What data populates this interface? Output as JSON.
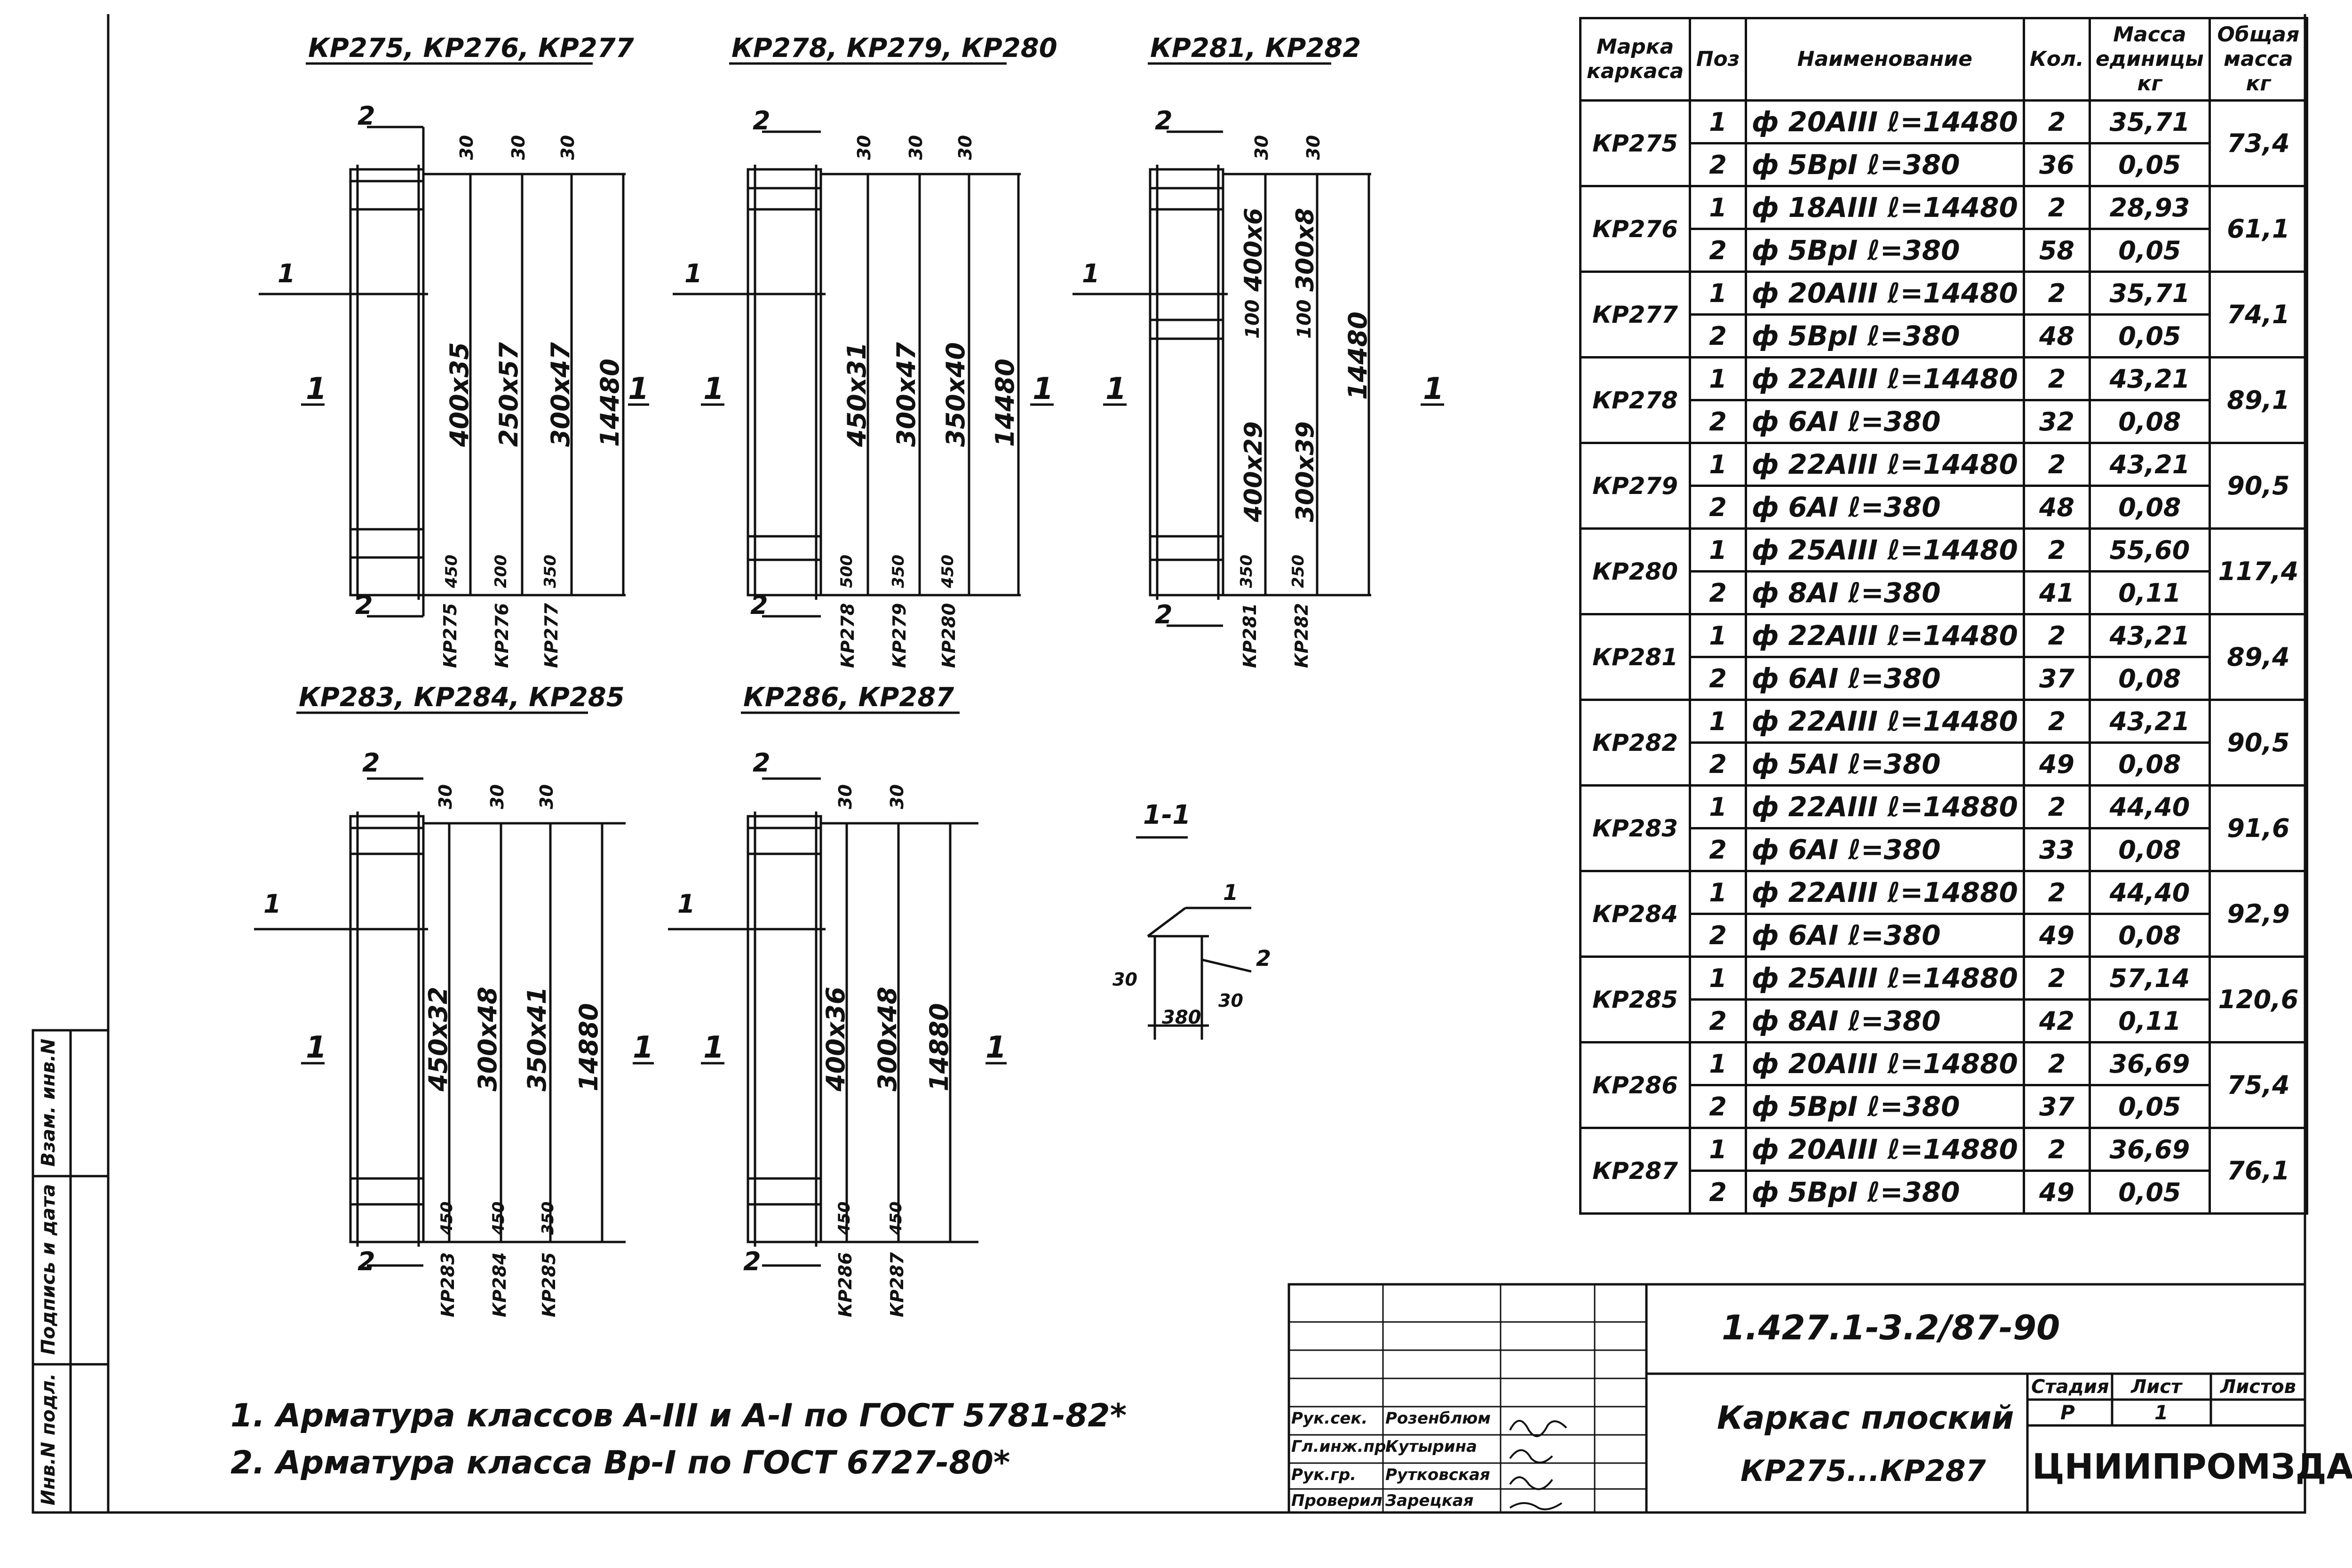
{
  "drawing": {
    "group1": {
      "title": "КР275, КР276, КР277",
      "dims": [
        "400х35",
        "250х57",
        "300х47",
        "14480"
      ],
      "ends": [
        "450",
        "200",
        "350"
      ],
      "marks": [
        "КР275",
        "КР276",
        "КР277"
      ]
    },
    "group2": {
      "title": "КР278, КР279, КР280",
      "dims": [
        "450х31",
        "300х47",
        "350х40",
        "14480"
      ],
      "ends": [
        "500",
        "350",
        "450"
      ],
      "marks": [
        "КР278",
        "КР279",
        "КР280"
      ]
    },
    "group3": {
      "title": "КР281, КР282",
      "dims": [
        "400х6",
        "300х8",
        "400х29",
        "300х39",
        "14480"
      ],
      "ends": [
        "350",
        "250"
      ],
      "mid": [
        "100",
        "100"
      ],
      "marks": [
        "КР281",
        "КР282"
      ]
    },
    "group4": {
      "title": "КР283, КР284, КР285",
      "dims": [
        "450х32",
        "300х48",
        "350х41",
        "14880"
      ],
      "ends": [
        "450",
        "450",
        "350"
      ],
      "marks": [
        "КР283",
        "КР284",
        "КР285"
      ]
    },
    "group5": {
      "title": "КР286, КР287",
      "dims": [
        "400х36",
        "300х48",
        "14880"
      ],
      "ends": [
        "450",
        "450"
      ],
      "marks": [
        "КР286",
        "КР287"
      ]
    },
    "section": {
      "title": "1-1",
      "width": "380",
      "edge_left": "30",
      "edge_right": "30"
    },
    "pos": {
      "p1": "1",
      "p2": "2"
    },
    "top_offset": "30"
  },
  "table": {
    "headers": [
      "Марка каркаса",
      "Поз",
      "Наименование",
      "Кол.",
      "Масса единицы кг",
      "Общая масса кг"
    ],
    "rows": [
      {
        "mark": "КР275",
        "total": "73,4",
        "items": [
          {
            "pos": "1",
            "name": "ф 20АIII  ℓ=14480",
            "qty": "2",
            "mass": "35,71"
          },
          {
            "pos": "2",
            "name": "ф 5ВрI  ℓ=380",
            "qty": "36",
            "mass": "0,05"
          }
        ]
      },
      {
        "mark": "КР276",
        "total": "61,1",
        "items": [
          {
            "pos": "1",
            "name": "ф 18АIII  ℓ=14480",
            "qty": "2",
            "mass": "28,93"
          },
          {
            "pos": "2",
            "name": "ф 5ВрI  ℓ=380",
            "qty": "58",
            "mass": "0,05"
          }
        ]
      },
      {
        "mark": "КР277",
        "total": "74,1",
        "items": [
          {
            "pos": "1",
            "name": "ф 20АIII  ℓ=14480",
            "qty": "2",
            "mass": "35,71"
          },
          {
            "pos": "2",
            "name": "ф 5ВрI  ℓ=380",
            "qty": "48",
            "mass": "0,05"
          }
        ]
      },
      {
        "mark": "КР278",
        "total": "89,1",
        "items": [
          {
            "pos": "1",
            "name": "ф 22АIII  ℓ=14480",
            "qty": "2",
            "mass": "43,21"
          },
          {
            "pos": "2",
            "name": "ф 6АI  ℓ=380",
            "qty": "32",
            "mass": "0,08"
          }
        ]
      },
      {
        "mark": "КР279",
        "total": "90,5",
        "items": [
          {
            "pos": "1",
            "name": "ф 22АIII  ℓ=14480",
            "qty": "2",
            "mass": "43,21"
          },
          {
            "pos": "2",
            "name": "ф 6АI  ℓ=380",
            "qty": "48",
            "mass": "0,08"
          }
        ]
      },
      {
        "mark": "КР280",
        "total": "117,4",
        "items": [
          {
            "pos": "1",
            "name": "ф 25АIII  ℓ=14480",
            "qty": "2",
            "mass": "55,60"
          },
          {
            "pos": "2",
            "name": "ф 8АI  ℓ=380",
            "qty": "41",
            "mass": "0,11"
          }
        ]
      },
      {
        "mark": "КР281",
        "total": "89,4",
        "items": [
          {
            "pos": "1",
            "name": "ф 22АIII  ℓ=14480",
            "qty": "2",
            "mass": "43,21"
          },
          {
            "pos": "2",
            "name": "ф 6АI  ℓ=380",
            "qty": "37",
            "mass": "0,08"
          }
        ]
      },
      {
        "mark": "КР282",
        "total": "90,5",
        "items": [
          {
            "pos": "1",
            "name": "ф 22АIII  ℓ=14480",
            "qty": "2",
            "mass": "43,21"
          },
          {
            "pos": "2",
            "name": "ф 5АI  ℓ=380",
            "qty": "49",
            "mass": "0,08"
          }
        ]
      },
      {
        "mark": "КР283",
        "total": "91,6",
        "items": [
          {
            "pos": "1",
            "name": "ф 22АIII  ℓ=14880",
            "qty": "2",
            "mass": "44,40"
          },
          {
            "pos": "2",
            "name": "ф 6АI  ℓ=380",
            "qty": "33",
            "mass": "0,08"
          }
        ]
      },
      {
        "mark": "КР284",
        "total": "92,9",
        "items": [
          {
            "pos": "1",
            "name": "ф 22АIII  ℓ=14880",
            "qty": "2",
            "mass": "44,40"
          },
          {
            "pos": "2",
            "name": "ф 6АI  ℓ=380",
            "qty": "49",
            "mass": "0,08"
          }
        ]
      },
      {
        "mark": "КР285",
        "total": "120,6",
        "items": [
          {
            "pos": "1",
            "name": "ф 25АIII  ℓ=14880",
            "qty": "2",
            "mass": "57,14"
          },
          {
            "pos": "2",
            "name": "ф 8АI  ℓ=380",
            "qty": "42",
            "mass": "0,11"
          }
        ]
      },
      {
        "mark": "КР286",
        "total": "75,4",
        "items": [
          {
            "pos": "1",
            "name": "ф 20АIII  ℓ=14880",
            "qty": "2",
            "mass": "36,69"
          },
          {
            "pos": "2",
            "name": "ф 5ВрI  ℓ=380",
            "qty": "37",
            "mass": "0,05"
          }
        ]
      },
      {
        "mark": "КР287",
        "total": "76,1",
        "items": [
          {
            "pos": "1",
            "name": "ф 20АIII  ℓ=14880",
            "qty": "2",
            "mass": "36,69"
          },
          {
            "pos": "2",
            "name": "ф 5ВрI  ℓ=380",
            "qty": "49",
            "mass": "0,05"
          }
        ]
      }
    ]
  },
  "notes": [
    "1. Арматура классов А-III и А-I по ГОСТ 5781-82*",
    "2. Арматура класса Вр-I по ГОСТ 6727-80*"
  ],
  "stamp": {
    "code": "1.427.1-3.2/87-90",
    "title_line1": "Каркас плоский",
    "title_line2": "КР275...КР287",
    "stage_label": "Стадия",
    "sheet_label": "Лист",
    "sheets_label": "Листов",
    "stage": "Р",
    "sheet": "1",
    "org": "ЦНИИПРОМЗДАНИЙ",
    "roles": [
      {
        "role": "Рук.сек.",
        "name": "Розенблюм"
      },
      {
        "role": "Гл.инж.пр.",
        "name": "Кутырина"
      },
      {
        "role": "Рук.гр.",
        "name": "Рутковская"
      },
      {
        "role": "Проверил",
        "name": "Зарецкая"
      }
    ]
  },
  "side": {
    "inv": "Инв.N подл.",
    "sign": "Подпись и дата",
    "vzam": "Взам. инв.N"
  }
}
